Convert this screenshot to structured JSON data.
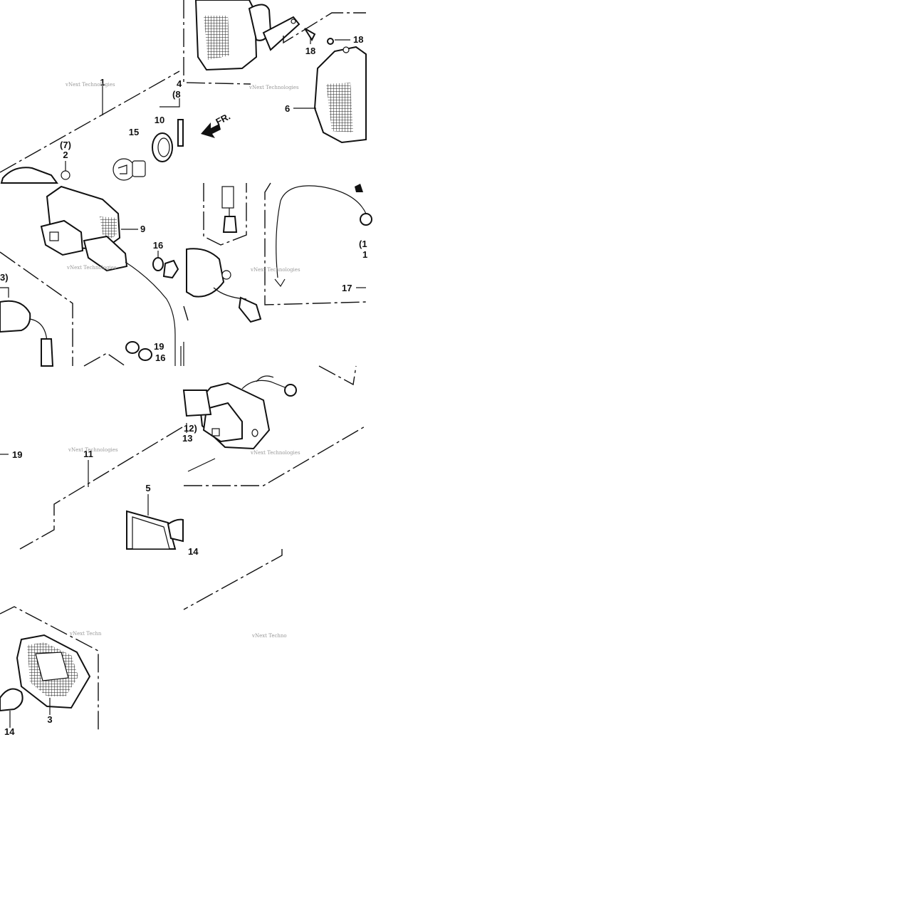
{
  "diagram": {
    "callouts": [
      {
        "id": "c1",
        "text": "1"
      },
      {
        "id": "c2",
        "text": "(7)"
      },
      {
        "id": "c3",
        "text": "2"
      },
      {
        "id": "c4",
        "text": "4"
      },
      {
        "id": "c5",
        "text": "(8"
      },
      {
        "id": "c6",
        "text": "10"
      },
      {
        "id": "c7",
        "text": "15"
      },
      {
        "id": "c8",
        "text": "18"
      },
      {
        "id": "c9",
        "text": "18"
      },
      {
        "id": "c10",
        "text": "6"
      },
      {
        "id": "c11",
        "text": "9"
      },
      {
        "id": "c12",
        "text": "16"
      },
      {
        "id": "c13",
        "text": "19"
      },
      {
        "id": "c14",
        "text": "16"
      },
      {
        "id": "c15",
        "text": "3)"
      },
      {
        "id": "c16",
        "text": "(1"
      },
      {
        "id": "c17",
        "text": "1"
      },
      {
        "id": "c18",
        "text": "17"
      },
      {
        "id": "c19",
        "text": "19"
      },
      {
        "id": "c20",
        "text": "11"
      },
      {
        "id": "c21",
        "text": "5"
      },
      {
        "id": "c22",
        "text": "12)"
      },
      {
        "id": "c23",
        "text": "13"
      },
      {
        "id": "c24",
        "text": "14"
      },
      {
        "id": "c25",
        "text": "3"
      },
      {
        "id": "c26",
        "text": "14"
      }
    ],
    "front_marker": "FR.",
    "watermark_text": "vNext Technologies",
    "watermark_partial": "vNext Techn",
    "watermark_partial2": "vNext Techno",
    "colors": {
      "ink": "#111111",
      "background": "#ffffff",
      "watermark": "#9a9a9a"
    }
  }
}
